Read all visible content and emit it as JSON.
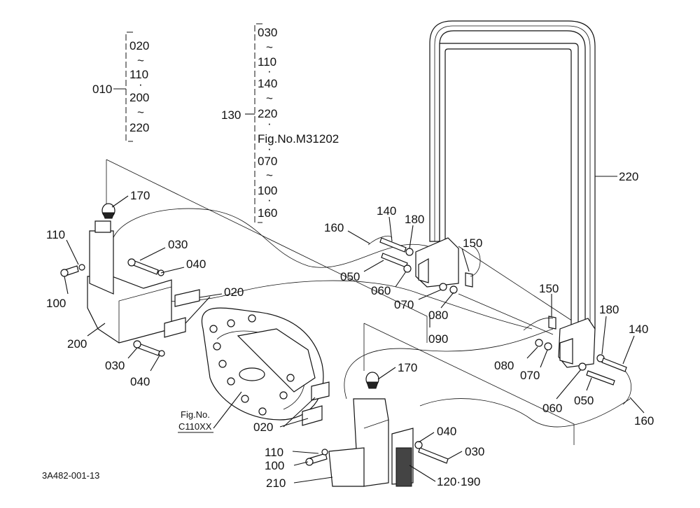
{
  "diagram": {
    "figure_code": "3A482-001-13",
    "ref_figure": {
      "line1": "Fig.No.",
      "line2": "C110XX"
    },
    "groups": [
      {
        "id": "010",
        "items": [
          "020",
          "~",
          "110",
          "·",
          "200",
          "~",
          "220"
        ]
      },
      {
        "id": "130",
        "items": [
          "030",
          "~",
          "110",
          "·",
          "140",
          "~",
          "220",
          "·",
          "Fig.No.M31202",
          "·",
          "070",
          "~",
          "100",
          "·",
          "160"
        ]
      }
    ],
    "callouts": [
      "170",
      "110",
      "100",
      "030",
      "040",
      "020",
      "200",
      "030",
      "040",
      "160",
      "140",
      "180",
      "150",
      "050",
      "060",
      "070",
      "080",
      "090",
      "220",
      "150",
      "180",
      "140",
      "080",
      "070",
      "060",
      "050",
      "160",
      "170",
      "040",
      "030",
      "020",
      "110",
      "100",
      "210",
      "120·190"
    ]
  }
}
